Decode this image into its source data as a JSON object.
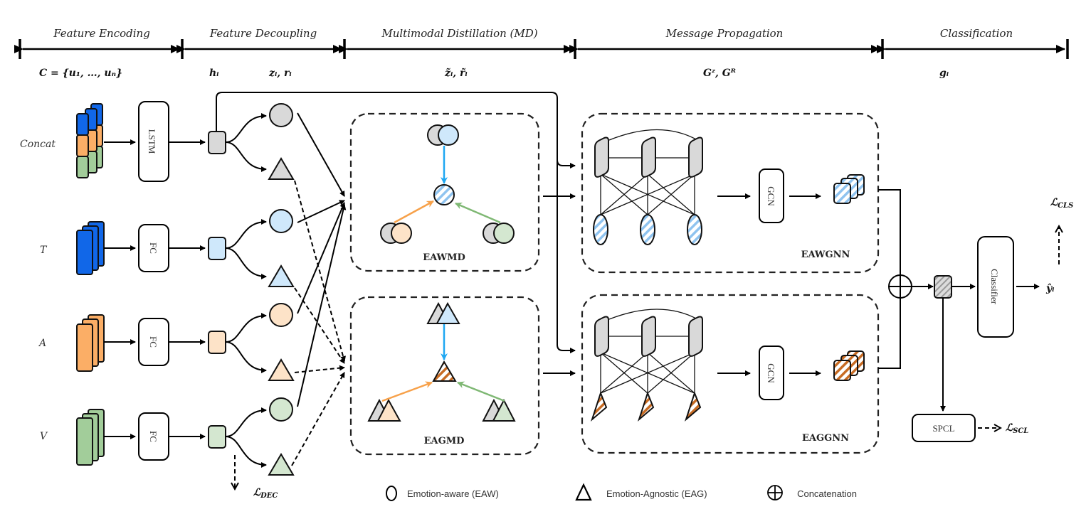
{
  "figure": {
    "stages": [
      {
        "label": "Feature Encoding",
        "math": "C = {u₁, …, uₙ}"
      },
      {
        "label": "Feature Decoupling",
        "math_a": "hᵢ",
        "math_b": "zᵢ, rᵢ"
      },
      {
        "label": "Multimodal Distillation (MD)",
        "math": "z̃ᵢ, r̃ᵢ"
      },
      {
        "label": "Message Propagation",
        "math": "Gᶻ, Gᴿ"
      },
      {
        "label": "Classification",
        "math": "gᵢ"
      }
    ],
    "rows": [
      {
        "label": "Concat",
        "encoder": "LSTM",
        "color": "#d9d9d9"
      },
      {
        "label": "T",
        "encoder": "FC",
        "color": "#cfe8fb"
      },
      {
        "label": "A",
        "encoder": "FC",
        "color": "#fde3c8"
      },
      {
        "label": "V",
        "encoder": "FC",
        "color": "#d4e7d0"
      }
    ],
    "modality_colors": {
      "text": "#1167e8",
      "audio": "#fbae66",
      "visual": "#a2cd9a",
      "shared": "#d9d9d9"
    },
    "arrow_colors": {
      "text": "#1ea7f2",
      "audio": "#f7a14a",
      "visual": "#7fb874"
    },
    "stripe_colors": {
      "eaw": "#8fc3ef",
      "eag": "#c76b23"
    },
    "modules": {
      "eawmd": "EAWMD",
      "eagmd": "EAGMD",
      "eawgnn": "EAWGNN",
      "eaggnn": "EAGGNN",
      "gcn": "GCN",
      "classifier": "Classifier",
      "spcl": "SPCL"
    },
    "losses": {
      "dec": "ℒDEC",
      "dec_main": "ℒ",
      "dec_sub": "DEC",
      "cls_main": "ℒ",
      "cls_sub": "CLS",
      "scl_main": "ℒ",
      "scl_sub": "SCL"
    },
    "output": "ŷᵢ",
    "legend": [
      {
        "symbol": "circle",
        "label": "Emotion-aware (EAW)"
      },
      {
        "symbol": "triangle",
        "label": "Emotion-Agnostic (EAG)"
      },
      {
        "symbol": "oplus",
        "label": "Concatenation"
      }
    ]
  }
}
